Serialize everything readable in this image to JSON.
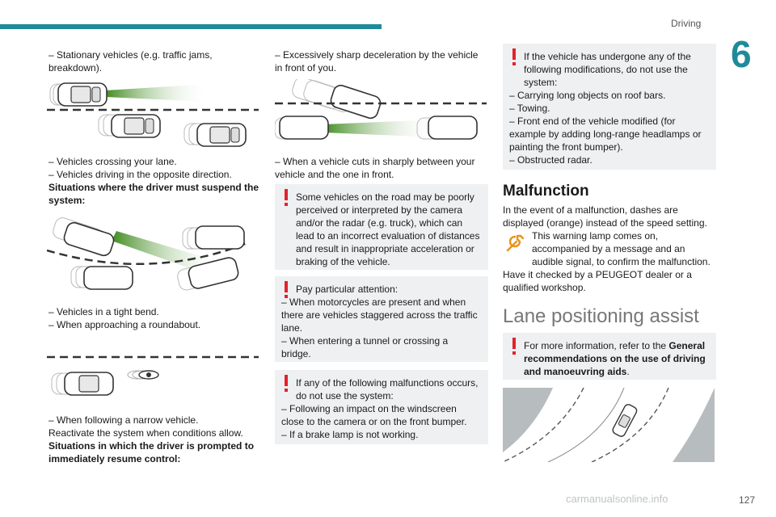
{
  "header": {
    "section": "Driving",
    "chapter": "6",
    "page_number": "127"
  },
  "watermark": "carmanualsonline.info",
  "col1": {
    "p1": "– Stationary vehicles (e.g. traffic jams, breakdown).",
    "p2a": "– Vehicles crossing your lane.",
    "p2b": "– Vehicles driving in the opposite direction.",
    "p2c": "Situations where the driver must suspend the system:",
    "p3a": "– Vehicles in a tight bend.",
    "p3b": "– When approaching a roundabout.",
    "p4a": "– When following a narrow vehicle.",
    "p4b": "Reactivate the system when conditions allow.",
    "p4c": "Situations in which the driver is prompted to immediately resume control:"
  },
  "col2": {
    "p1": "– Excessively sharp deceleration by the vehicle in front of you.",
    "p2": "– When a vehicle cuts in sharply between your vehicle and the one in front.",
    "n1": "Some vehicles on the road may be poorly perceived or interpreted by the camera and/or the radar (e.g. truck), which can lead to an incorrect evaluation of distances and result in inappropriate acceleration or braking of the vehicle.",
    "n2a": "Pay particular attention:",
    "n2b": "– When motorcycles are present and when there are vehicles staggered across the traffic lane.",
    "n2c": "– When entering a tunnel or crossing a bridge.",
    "n3a": "If any of the following malfunctions occurs, do not use the system:",
    "n3b": "– Following an impact on the windscreen close to the camera or on the front bumper.",
    "n3c": "– If a brake lamp is not working."
  },
  "col3": {
    "n1a": "If the vehicle has undergone any of the following modifications, do not use the system:",
    "n1b": "– Carrying long objects on roof bars.",
    "n1c": "– Towing.",
    "n1d": "– Front end of the vehicle modified (for example by adding long-range headlamps or painting the front bumper).",
    "n1e": "– Obstructed radar.",
    "h_malfunction": "Malfunction",
    "m1": "In the event of a malfunction, dashes are displayed (orange) instead of the speed setting.",
    "m2": "This warning lamp comes on, accompanied by a message and an audible signal, to confirm the malfunction.",
    "m3": "Have it checked by a PEUGEOT dealer or a qualified workshop.",
    "h_lane": "Lane positioning assist",
    "n2a": "For more information, refer to the ",
    "n2b": "General recommendations on the use of driving and manoeuvring aids",
    "n2c": "."
  },
  "colors": {
    "accent": "#1f8a99",
    "warning": "#e3222b",
    "notice_bg": "#eef0f2",
    "beam": "#5aa02c"
  }
}
